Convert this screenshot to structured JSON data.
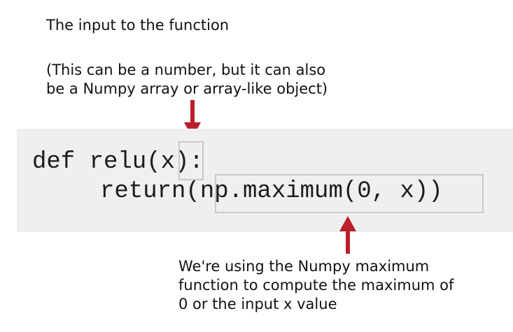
{
  "annotations": {
    "input_title": "The input to the function",
    "input_note_line1": "(This can be a number, but it can also",
    "input_note_line2": "be a Numpy array or array-like object)",
    "maximum_note_line1": "We're using the Numpy maximum",
    "maximum_note_line2": "function to compute the maximum of",
    "maximum_note_line3": "0 or the input x value"
  },
  "code": {
    "line1": "def relu(x):",
    "line2": "return(np.maximum(0, x))"
  },
  "colors": {
    "arrow": "#bb1f2b",
    "code_background": "#efefef",
    "highlight_border": "#c9c9c9",
    "text": "#111111"
  }
}
